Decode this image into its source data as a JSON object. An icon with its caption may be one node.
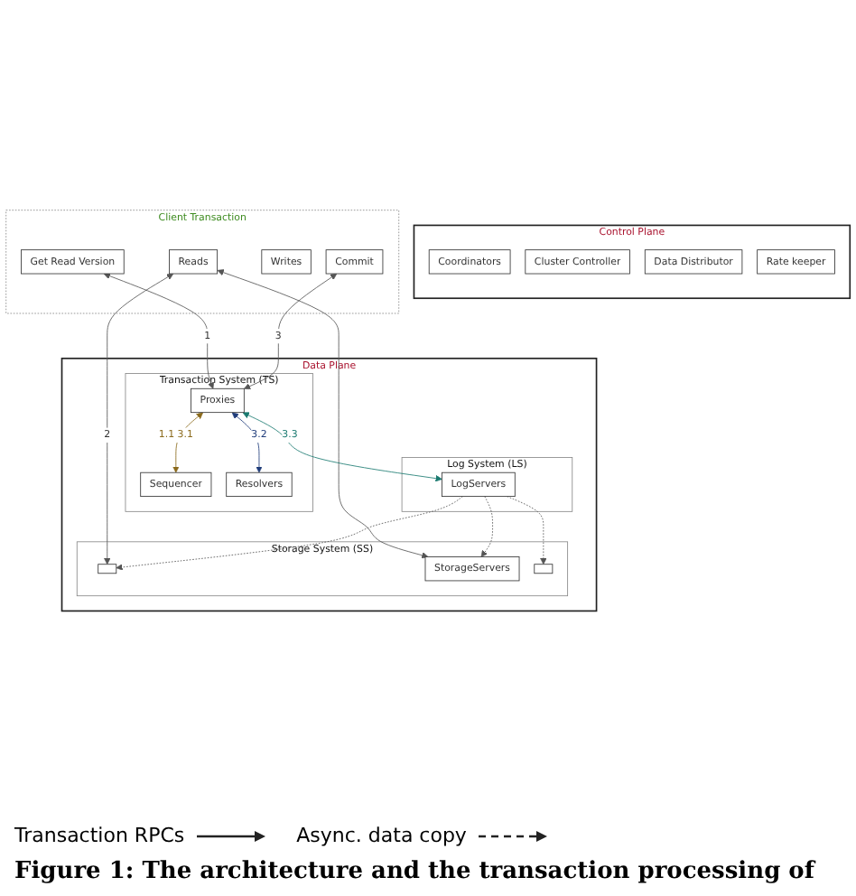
{
  "diagram": {
    "caption": "Figure 1: The architecture and the transaction processing of",
    "nodes": [
      {
        "text": [
          "Control Plane"
        ]
      },
      {
        "text": [
          "Coordinators"
        ],
        "in": 0
      },
      {
        "text": [
          "Cluster Controller"
        ],
        "in": 0
      },
      {
        "text": [
          "Data Distributor"
        ],
        "in": 0
      },
      {
        "text": [
          "Rate keeper"
        ],
        "in": 0
      },
      {
        "text": [
          "Data Plane"
        ]
      },
      {
        "text": [
          "Transaction System (TS)"
        ],
        "in": 5
      },
      {
        "text": [
          "Proxies"
        ],
        "in": 6
      },
      {
        "text": [
          "Sequencer"
        ],
        "in": 6
      },
      {
        "text": [
          "Resolvers"
        ],
        "in": 6
      },
      {
        "text": [
          "Log System (LS)"
        ],
        "in": 5
      },
      {
        "text": [
          "LogServers"
        ],
        "in": 10
      },
      {
        "text": [
          "Storage System (SS)"
        ],
        "in": 5
      },
      {
        "text": [],
        "shape": "box",
        "in": 12
      },
      {
        "text": [
          "StorageServers"
        ],
        "in": 12
      },
      {
        "text": [],
        "shape": "box",
        "in": 12
      },
      {
        "text": [
          "Client Transaction"
        ]
      },
      {
        "text": [
          "Get Read Version"
        ],
        "in": 16
      },
      {
        "text": [
          "Reads"
        ],
        "in": 16
      },
      {
        "text": [
          "Writes"
        ],
        "in": 16
      },
      {
        "text": [
          "Commit"
        ],
        "in": 16
      }
    ],
    "edges": [
      {
        "from": 17,
        "to": 7,
        "arrow": "both",
        "label": "1"
      },
      {
        "from": 18,
        "to": 13,
        "arrow": "both",
        "label": "2"
      },
      {
        "from": 18,
        "to": 14,
        "arrow": "both"
      },
      {
        "from": 20,
        "to": 7,
        "arrow": "both",
        "label": "3"
      },
      {
        "from": 7,
        "to": 8,
        "arrow": "both",
        "label": "1.1 3.1",
        "color": "#8b6a1c"
      },
      {
        "from": 7,
        "to": 9,
        "arrow": "both",
        "label": "3.2",
        "color": "#1f3c7a"
      },
      {
        "from": 7,
        "to": 11,
        "arrow": "both",
        "label": "3.3",
        "color": "#1a7a70"
      },
      {
        "from": 11,
        "to": 13,
        "arrow": "to",
        "style": "dashed"
      },
      {
        "from": 11,
        "to": 14,
        "arrow": "to",
        "style": "dashed"
      },
      {
        "from": 11,
        "to": 15,
        "arrow": "to",
        "style": "dashed"
      }
    ],
    "legend": [
      {
        "text": "Transaction RPCs"
      },
      {
        "text": "Async. data copy"
      }
    ]
  }
}
